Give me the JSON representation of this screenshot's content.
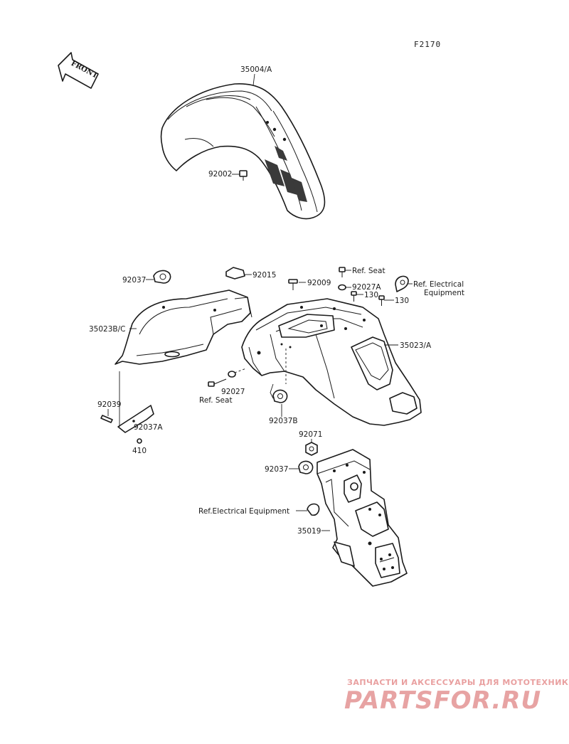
{
  "diagram": {
    "sheet_code": "F2170",
    "front_arrow_label": "FRONT",
    "labels": {
      "p35004A": "35004/A",
      "p92002": "92002",
      "p92037_top": "92037",
      "p92015": "92015",
      "p92009": "92009",
      "ref_seat_top": "Ref. Seat",
      "p92027A": "92027A",
      "p130_a": "130",
      "p130_b": "130",
      "ref_elec_1": "Ref. Electrical",
      "ref_elec_2": "Equipment",
      "p35023BC": "35023B/C",
      "p35023A": "35023/A",
      "p92027": "92027",
      "ref_seat_bottom": "Ref. Seat",
      "p92039": "92039",
      "p92037A": "92037A",
      "p410": "410",
      "p92037B": "92037B",
      "p92071": "92071",
      "p92037_bottom": "92037",
      "ref_elec_equipment": "Ref.Electrical Equipment",
      "p35019": "35019"
    }
  },
  "watermark": {
    "tagline": "ЗАПЧАСТИ И АКСЕССУАРЫ ДЛЯ МОТОТЕХНИКИ",
    "brand": "PARTSFOR.RU"
  }
}
